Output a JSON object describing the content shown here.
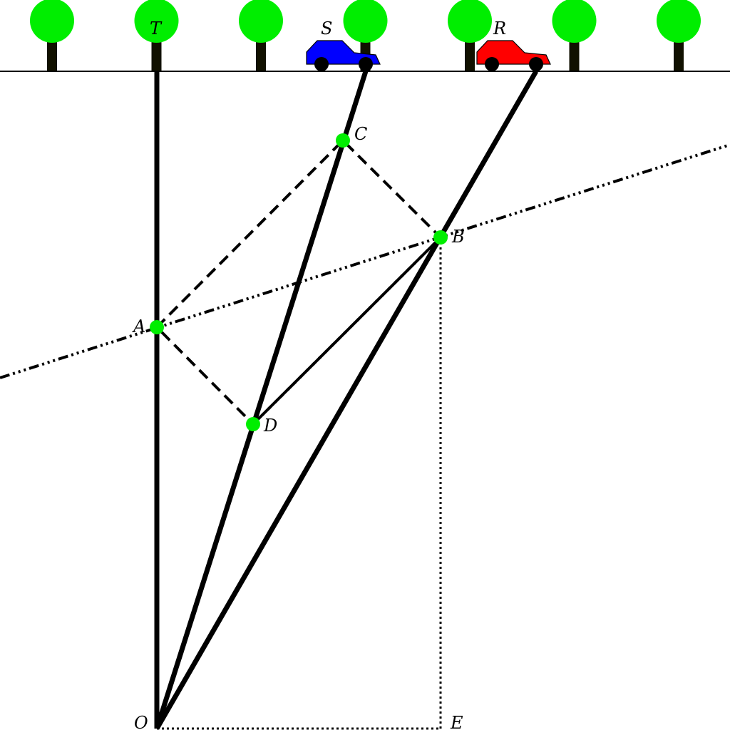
{
  "labels": {
    "T": "T",
    "S": "S",
    "R": "R",
    "A": "A",
    "B": "B",
    "C": "C",
    "D": "D",
    "O": "O",
    "E": "E"
  },
  "colors": {
    "tree_canopy": "#00ee00",
    "tree_trunk": "#111100",
    "car_S": "#0000ff",
    "car_R": "#ff0000",
    "point": "#00ee00",
    "line": "#000000"
  },
  "tree_count": 7
}
